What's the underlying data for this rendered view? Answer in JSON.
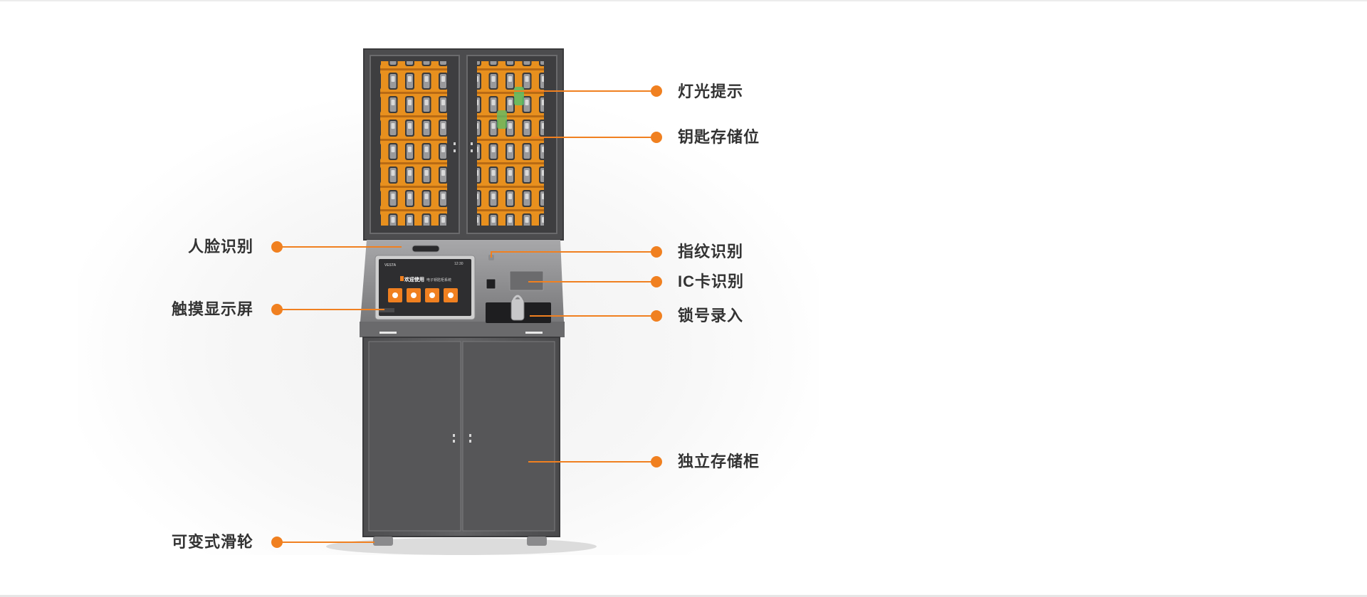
{
  "accent_color": "#f08020",
  "cabinet_color": "#5a5a5c",
  "screen": {
    "app_title": "欢迎使用",
    "subtitle": "电子钥匙柜系统",
    "clock": "12:30",
    "menu_icons": [
      "key-icon",
      "key-icon",
      "lock-icon",
      "gear-icon"
    ]
  },
  "callouts": {
    "right": [
      {
        "label": "灯光提示"
      },
      {
        "label": "钥匙存储位"
      },
      {
        "label": "指纹识别"
      },
      {
        "label": "IC卡识别"
      },
      {
        "label": "锁号录入"
      },
      {
        "label": "独立存储柜"
      }
    ],
    "left": [
      {
        "label": "人脸识别"
      },
      {
        "label": "触摸显示屏"
      },
      {
        "label": "可变式滑轮"
      }
    ]
  }
}
